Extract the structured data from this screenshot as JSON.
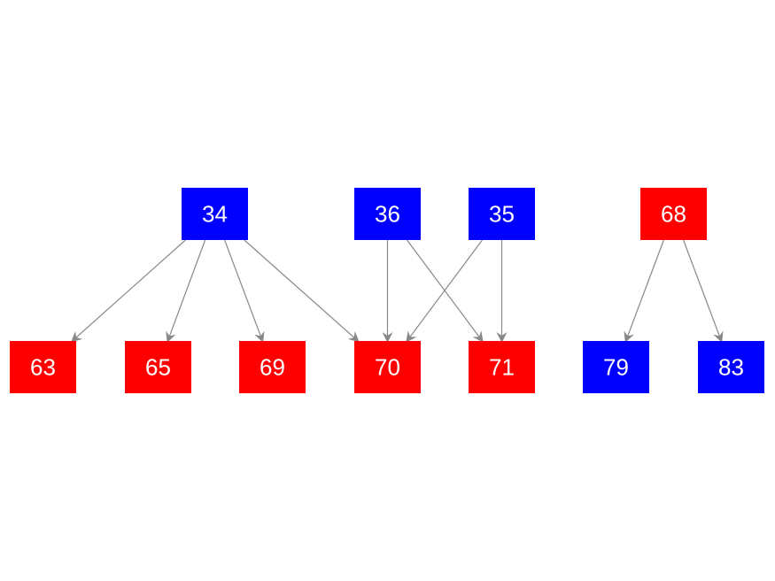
{
  "colors": {
    "blue": "#0000ff",
    "red": "#ff0000",
    "edge": "#888888",
    "label": "#ffffff",
    "background": "#ffffff"
  },
  "nodes": [
    {
      "id": "34",
      "label": "34",
      "color": "blue"
    },
    {
      "id": "36",
      "label": "36",
      "color": "blue"
    },
    {
      "id": "35",
      "label": "35",
      "color": "blue"
    },
    {
      "id": "68",
      "label": "68",
      "color": "red"
    },
    {
      "id": "63",
      "label": "63",
      "color": "red"
    },
    {
      "id": "65",
      "label": "65",
      "color": "red"
    },
    {
      "id": "69",
      "label": "69",
      "color": "red"
    },
    {
      "id": "70",
      "label": "70",
      "color": "red"
    },
    {
      "id": "71",
      "label": "71",
      "color": "red"
    },
    {
      "id": "79",
      "label": "79",
      "color": "blue"
    },
    {
      "id": "83",
      "label": "83",
      "color": "blue"
    }
  ],
  "edges": [
    {
      "from": "34",
      "to": "63"
    },
    {
      "from": "34",
      "to": "65"
    },
    {
      "from": "34",
      "to": "69"
    },
    {
      "from": "34",
      "to": "70"
    },
    {
      "from": "36",
      "to": "70"
    },
    {
      "from": "36",
      "to": "71"
    },
    {
      "from": "35",
      "to": "70"
    },
    {
      "from": "35",
      "to": "71"
    },
    {
      "from": "68",
      "to": "79"
    },
    {
      "from": "68",
      "to": "83"
    }
  ]
}
